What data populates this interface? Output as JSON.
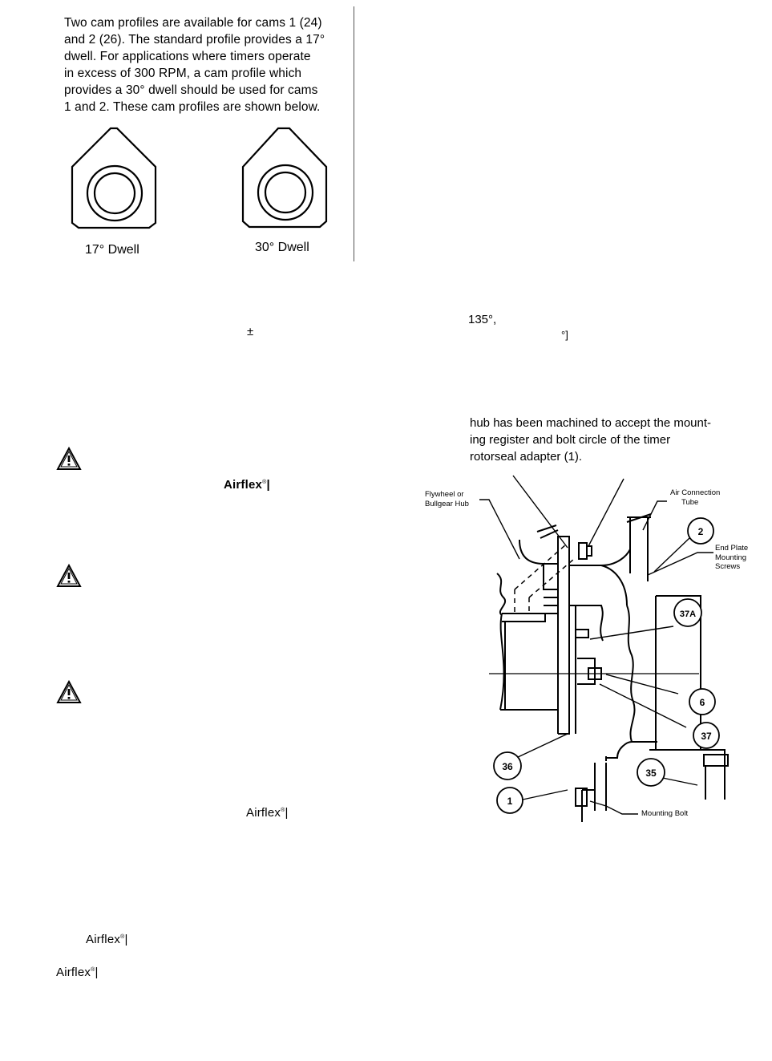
{
  "intro_paragraph": {
    "lines": [
      "Two cam profiles are available for cams 1 (24)",
      "and 2 (26). The standard profile provides a 17°",
      "dwell. For applications where timers operate",
      "in excess of 300 RPM, a cam profile which",
      "provides a 30° dwell should be used for cams",
      "1 and 2. These cam profiles are shown below."
    ]
  },
  "cam_figures": {
    "left_caption": "17° Dwell",
    "right_caption": "30° Dwell"
  },
  "fragments": {
    "plus_minus": "±",
    "angle_135": "135°,",
    "degree_bracket": "°]"
  },
  "brand": {
    "name": "Airflex",
    "mark": "®"
  },
  "right_paragraph": {
    "lines": [
      "hub has been machined to accept the mount-",
      "ing register and bolt circle of the timer",
      "rotorseal adapter (1)."
    ]
  },
  "diagram": {
    "labels": {
      "flywheel": [
        "Flywheel or",
        "Bullgear Hub"
      ],
      "air_tube": [
        "Air Connection",
        "Tube"
      ],
      "end_plate": [
        "End Plate",
        "Mounting",
        "Screws"
      ],
      "mounting_bolt": "Mounting Bolt"
    },
    "callouts": [
      "2",
      "37A",
      "6",
      "37",
      "36",
      "35",
      "1"
    ]
  }
}
